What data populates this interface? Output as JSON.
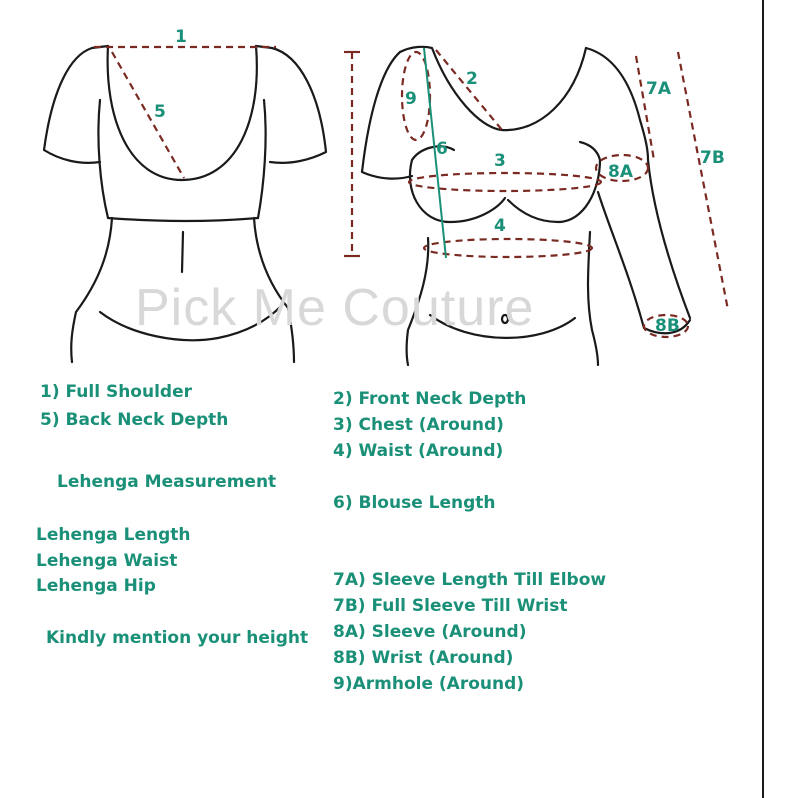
{
  "watermark": "Pick Me Couture",
  "colors": {
    "text": "#1b9078",
    "guide": "#7a2a22",
    "outline": "#1a1a1a"
  },
  "diagram_labels": {
    "m1": "1",
    "m2": "2",
    "m3": "3",
    "m4": "4",
    "m5": "5",
    "m6": "6",
    "m7a": "7A",
    "m7b": "7B",
    "m8a": "8A",
    "m8b": "8B",
    "m9": "9"
  },
  "legend": {
    "left": {
      "full_shoulder": "1) Full Shoulder",
      "back_neck_depth": "5) Back Neck Depth",
      "lehenga_heading": "Lehenga Measurement",
      "lehenga_length": "Lehenga Length",
      "lehenga_waist": "Lehenga Waist",
      "lehenga_hip": "Lehenga Hip",
      "height_note": "Kindly mention your height"
    },
    "right": {
      "front_neck_depth": "2) Front Neck Depth",
      "chest": "3) Chest (Around)",
      "waist": "4) Waist (Around)",
      "blouse_length": "6) Blouse Length",
      "sleeve_elbow": "7A) Sleeve Length Till Elbow",
      "full_sleeve": "7B) Full Sleeve Till Wrist",
      "sleeve_around": "8A) Sleeve (Around)",
      "wrist_around": "8B) Wrist (Around)",
      "armhole": "9)Armhole (Around)"
    }
  }
}
